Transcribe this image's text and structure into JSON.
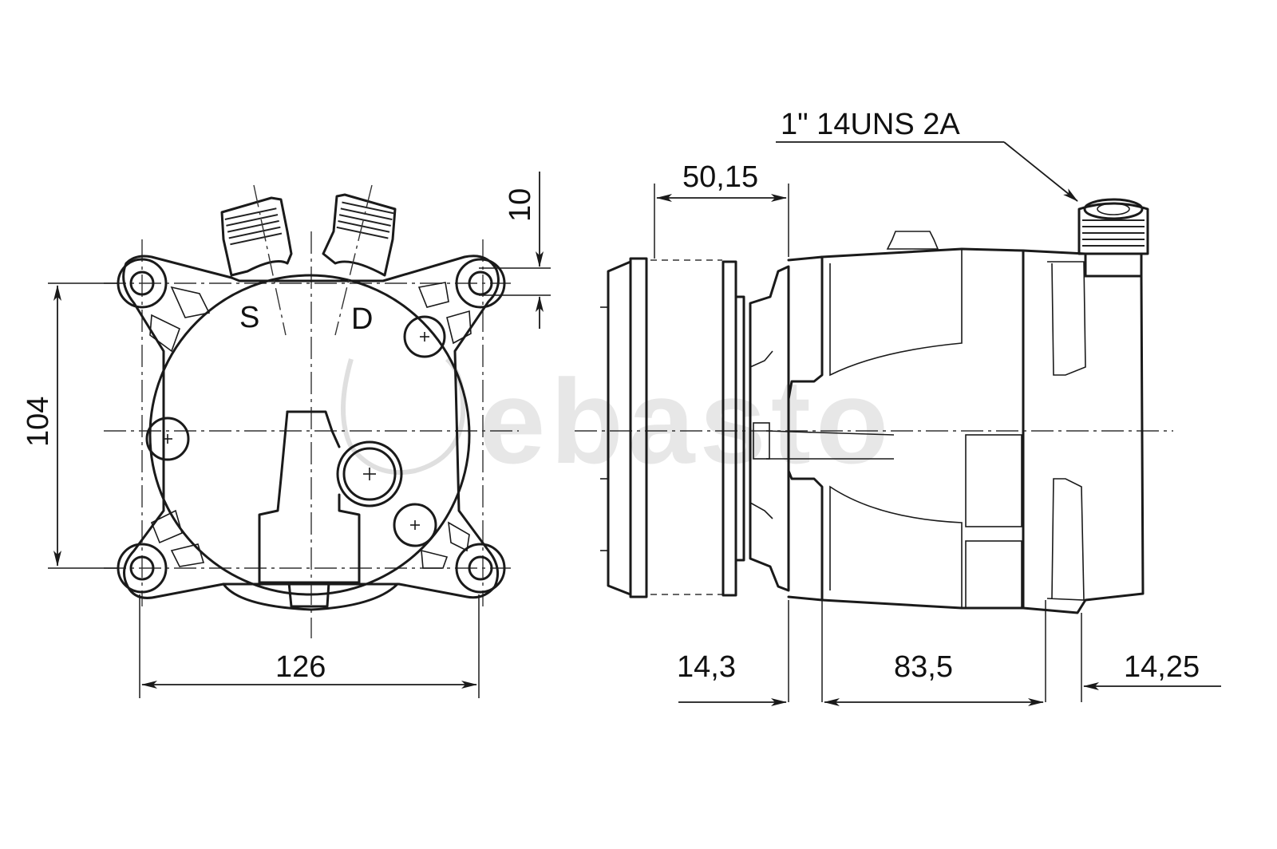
{
  "diagram": {
    "front_view": {
      "port_labels": {
        "suction": "S",
        "discharge": "D"
      },
      "dimensions": {
        "width": "126",
        "height": "104",
        "fitting_offset": "10"
      }
    },
    "side_view": {
      "thread_spec": "1\"  14UNS  2A",
      "dimensions": {
        "clutch_width": "50,15",
        "clutch_gap": "14,3",
        "body_length": "83,5",
        "rear_head": "14,25"
      }
    },
    "watermark": {
      "text": "ebasto"
    }
  }
}
